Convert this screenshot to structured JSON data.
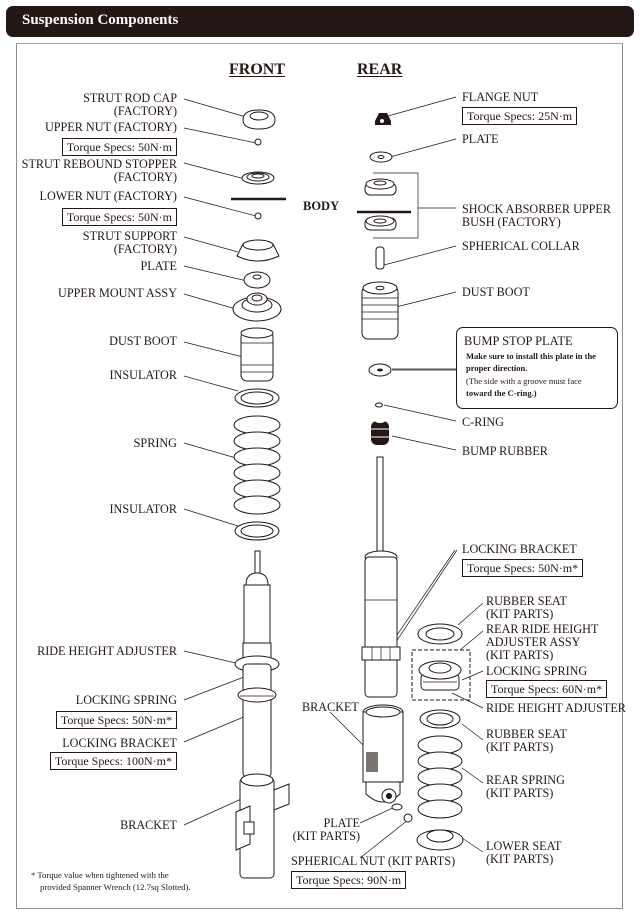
{
  "header": {
    "title": "Suspension Components"
  },
  "front": {
    "heading": "FRONT",
    "labels": {
      "strut_rod_cap": [
        "STRUT ROD CAP",
        "(FACTORY)"
      ],
      "upper_nut": "UPPER NUT (FACTORY)",
      "upper_nut_torque": "Torque Specs: 50N·m",
      "strut_rebound_stopper": [
        "STRUT REBOUND STOPPER",
        "(FACTORY)"
      ],
      "lower_nut": "LOWER NUT (FACTORY)",
      "lower_nut_torque": "Torque Specs: 50N·m",
      "strut_support": [
        "STRUT SUPPORT",
        "(FACTORY)"
      ],
      "plate": "PLATE",
      "upper_mount_assy": "UPPER MOUNT ASSY",
      "dust_boot": "DUST BOOT",
      "insulator_upper": "INSULATOR",
      "spring": "SPRING",
      "insulator_lower": "INSULATOR",
      "ride_height_adjuster": "RIDE HEIGHT ADJUSTER",
      "locking_spring": "LOCKING SPRING",
      "locking_spring_torque": "Torque Specs: 50N·m*",
      "locking_bracket": "LOCKING BRACKET",
      "locking_bracket_torque": "Torque Specs: 100N·m*",
      "bracket": "BRACKET"
    }
  },
  "body_label": "BODY",
  "rear": {
    "heading": "REAR",
    "labels": {
      "flange_nut": "FLANGE NUT",
      "flange_nut_torque": "Torque Specs: 25N·m",
      "plate": "PLATE",
      "shock_absorber_upper_bush": [
        "SHOCK ABSORBER UPPER",
        "BUSH (FACTORY)"
      ],
      "spherical_collar": "SPHERICAL COLLAR",
      "dust_boot": "DUST BOOT",
      "c_ring": "C-RING",
      "bump_rubber": "BUMP RUBBER",
      "locking_bracket": "LOCKING BRACKET",
      "locking_bracket_torque": "Torque Specs: 50N·m*",
      "rubber_seat_upper": [
        "RUBBER SEAT",
        "(KIT PARTS)"
      ],
      "rear_ride_height_adjuster_assy": [
        "REAR RIDE HEIGHT",
        "ADJUSTER ASSY",
        "(KIT PARTS)"
      ],
      "locking_spring": "LOCKING SPRING",
      "locking_spring_torque": "Torque Specs: 60N·m*",
      "ride_height_adjuster": "RIDE HEIGHT ADJUSTER",
      "bracket": "BRACKET",
      "rubber_seat_lower": [
        "RUBBER SEAT",
        "(KIT PARTS)"
      ],
      "rear_spring": [
        "REAR SPRING",
        "(KIT PARTS)"
      ],
      "plate_kit": [
        "PLATE",
        "(KIT PARTS)"
      ],
      "lower_seat": [
        "LOWER SEAT",
        "(KIT PARTS)"
      ],
      "spherical_nut": "SPHERICAL NUT (KIT PARTS)",
      "spherical_nut_torque": "Torque Specs: 90N·m"
    },
    "bump_stop_note": {
      "title": "BUMP STOP PLATE",
      "lines": [
        "Make sure to install this plate in the",
        "proper direction.",
        "(The side with a groove must face",
        "toward the C-ring.)"
      ]
    }
  },
  "footnote": [
    "* Torque value when tightened with the",
    "provided Spanner Wrench (12.7sq Slotted)."
  ]
}
